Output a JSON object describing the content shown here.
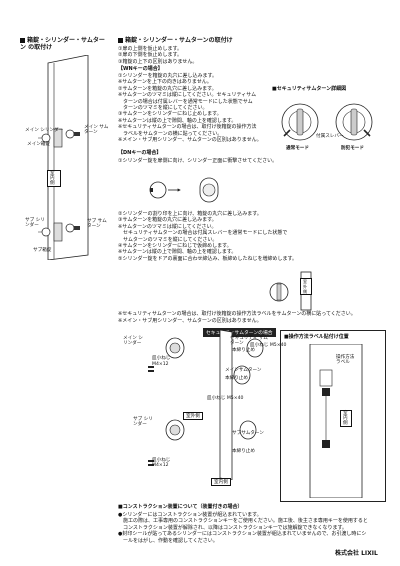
{
  "section2": {
    "number": "2",
    "title_col1": "箱錠・シリンダー・サムターン の取付け",
    "title_col2": "箱錠・シリンダー・サムターンの取付け",
    "steps": [
      "①扉の上側を仮止めします。",
      "②扉の下側を仮止めします。",
      "③箱錠の上下の区別はありません。"
    ],
    "door_labels": {
      "main_cylinder": "メイン シリンダー",
      "main_thumbturn": "メイン サムターン",
      "main_lock": "メイン箱錠",
      "indoor": "室内側",
      "sub_cylinder": "サブ シリンダー",
      "sub_thumbturn": "サブ サムターン",
      "sub_lock": "サブ箱錠"
    }
  },
  "wn": {
    "title": "【WNキーの場合】",
    "lines": [
      "①シリンダーを箱錠の丸穴に差し込みます。",
      "※サムターンを上下の向きはありません。",
      "②サムターンを箱錠の丸穴に差し込みます。",
      "※サムターンのツマミは縦にしてください。セキュリティサム",
      "　ターンの場合は付属レバーを通常モードにした状態でサム",
      "　ターンのツマミを縦にしてください。",
      "③サムターンをシリンダーにねじ止めします。",
      "※サムターンは縦の上で隙間、軸の上を確認します。",
      "※セキュリティサムターンの場合は、取付け後箱錠の操作方法",
      "　ラベルをサムターンの横に貼ってください。",
      "※メイン・サブ用シリンダー、サムターンの区別はありません。"
    ]
  },
  "security_detail": {
    "title": "■セキュリティサムターン詳細図",
    "lever_label": "付属スレバー",
    "normal_mode": "通常モード",
    "prevent_mode": "防犯モード"
  },
  "dn": {
    "title": "【DNキーの場合】",
    "intro": "①シリンダー錠を扉側に向け、シリンダー正面に衝撃させてください。",
    "lines": [
      "②シリンダーの割り印を上に向け、箱錠の丸穴に差し込みます。",
      "③サムターンを箱錠の丸穴に差し込みます。",
      "※サムターンのツマミは縦にしてください。",
      "　セキュリティサムターンの場合は付属スレバーを通常モードにした状態で",
      "　サムターンのツマミを縦にしてください。",
      "④サムターンをシリンダーにねじで仮締めします。",
      "※サムターンは縦の上で隙間、軸の上を確認します。",
      "⑤シリンダー錠をドアの裏面に合わせ締込み、板締めしたねじを増締めします。"
    ],
    "notes": [
      "※セキュリティサムターンの場合は、取付け後箱錠の操作方法ラベルをサムターンの横に貼ってください。",
      "※メイン・サブ用シリンダー、サムターンの区別はありません。"
    ]
  },
  "lower_figure": {
    "security_badge": "セキュリティサムターンの場合",
    "labels": [
      "メイン シリンダー",
      "セキュリティ サムターン",
      "本締り止め",
      "皿小ねじ",
      "M4×12",
      "メインサムターン",
      "本締り止め",
      "皿小ねじ M5×40",
      "皿小ねじ M5×40",
      "室外側",
      "サブ シリンダー",
      "サブサムターン",
      "本締り止め",
      "皿小ねじ M4×12",
      "室内側"
    ]
  },
  "label_position": {
    "title": "■操作方法ラベル貼付け位置",
    "label_text": "操作方法 ラベル",
    "indoor": "室内側"
  },
  "construction": {
    "title": "■コンストラクション装置について（装置付きの場合）",
    "lines": [
      "●シリンダーにはコンストラクション装置が組込まれています。",
      "　施工の際は、工事専用のコンストラクションキーをご使用ください。施工後、後主さま専用キーを使用すると",
      "　コンストラクション装置が解除され、以降はコンストラクションキーでは施解錠できなくなります。",
      "●封印シールが貼ってあるシリンダーにはコンストラクション装置が組込まれていませんので、お引渡し時にシ",
      "　ールをはがし、作動を確認してください。"
    ]
  },
  "company": "株式会社 LIXIL"
}
